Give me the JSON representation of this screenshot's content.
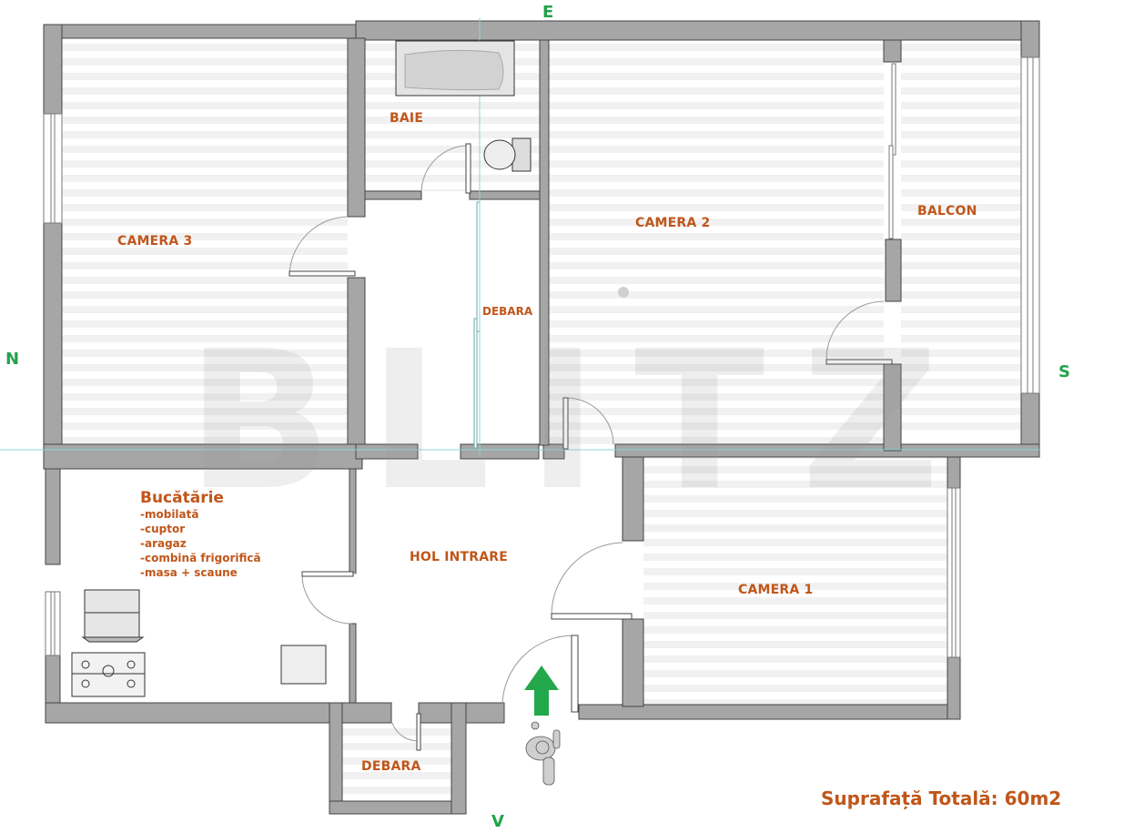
{
  "rooms": {
    "camera3": "CAMERA 3",
    "baie": "BAIE",
    "camera2": "CAMERA 2",
    "balcon": "BALCON",
    "debara_center": "DEBARA",
    "hol": "HOL INTRARE",
    "camera1": "CAMERA 1",
    "debara_bottom": "DEBARA"
  },
  "kitchen": {
    "title": "Bucătărie",
    "items": [
      "-mobilată",
      "-cuptor",
      "-aragaz",
      "-combină frigorifică",
      "-masa + scaune"
    ]
  },
  "compass": {
    "north": "N",
    "east": "E",
    "south": "S",
    "west": "V"
  },
  "total_area": "Suprafață Totală: 60m2",
  "watermark": "BLITZ",
  "colors": {
    "label": "#c0561a",
    "compass": "#22a24a",
    "wall": "#a6a6a6",
    "entry_arrow": "#22a84a"
  }
}
